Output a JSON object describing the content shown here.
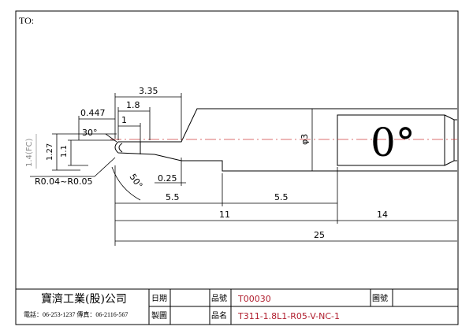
{
  "header": {
    "to_label": "TO:"
  },
  "dimensions": {
    "overall_335": "3.35",
    "d_18": "1.8",
    "d_0447": "0.447",
    "d_1": "1",
    "angle_30": "30°",
    "d_127": "1.27",
    "d_11": "1.1",
    "d_14fc": "1.4(FC)",
    "radius": "R0.04~R0.05",
    "angle_50": "50°",
    "d_025": "0.25",
    "diam_3": "φ3",
    "d_55a": "5.5",
    "d_55b": "5.5",
    "d_11_len": "11",
    "d_14_len": "14",
    "d_25": "25"
  },
  "marking": {
    "text": "0°"
  },
  "title_block": {
    "company": "寶濟工業(股)公司",
    "contact": "電話：06-253-1237  傳真：06-2116-567",
    "date_label": "日期",
    "drawn_label": "製圖",
    "part_no_label": "品號",
    "part_no_value": "T00030",
    "part_name_label": "品名",
    "part_name_value": "T311-1.8L1-R05-V-NC-1",
    "drawing_no_label": "圖號"
  }
}
